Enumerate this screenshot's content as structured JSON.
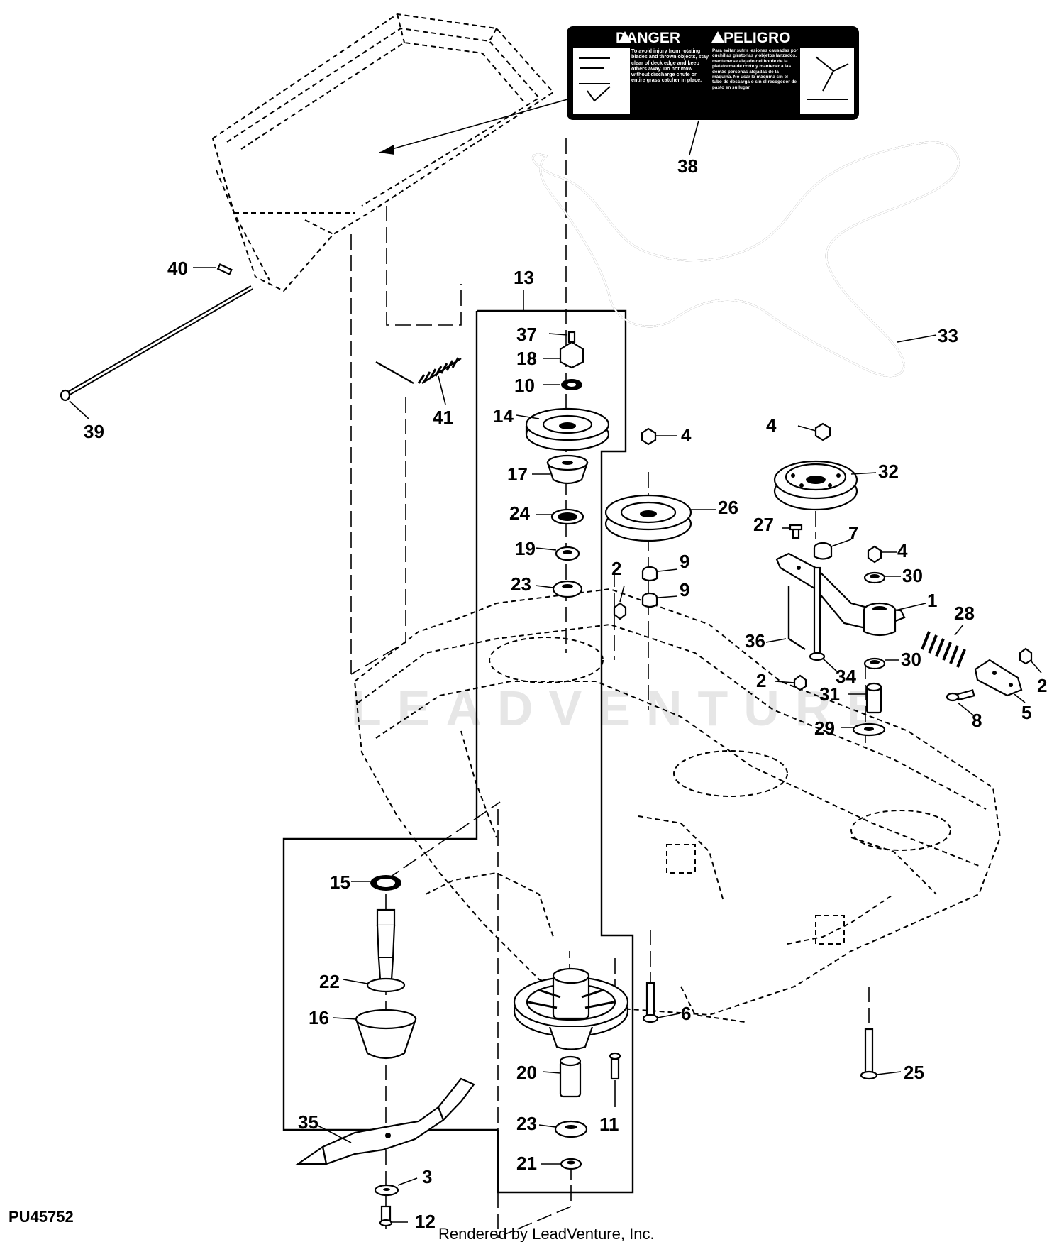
{
  "diagram_id": "PU45752",
  "credit": "Rendered by LeadVenture, Inc.",
  "watermark": "LEADVENTURE",
  "decal": {
    "danger_en": "DANGER",
    "danger_es": "PELIGRO",
    "text_en": "To avoid injury from rotating blades and thrown objects, stay clear of deck edge and keep others away. Do not mow without discharge chute or entire grass catcher in place.",
    "text_es": "Para evitar sufrir lesiones causadas por cuchillas giratorias y objetos lanzados, mantenerse alejado del borde de la plataforma de corte y mantener a las demás personas alejadas de la máquina. No usar la máquina sin el tubo de descarga o sin el recogedor de pasto en su lugar."
  },
  "callouts": {
    "c1": "1",
    "c2a": "2",
    "c2b": "2",
    "c2c": "2",
    "c3": "3",
    "c4a": "4",
    "c4b": "4",
    "c4c": "4",
    "c5": "5",
    "c6": "6",
    "c7": "7",
    "c8": "8",
    "c9a": "9",
    "c9b": "9",
    "c10": "10",
    "c11": "11",
    "c12": "12",
    "c13": "13",
    "c14": "14",
    "c15": "15",
    "c16": "16",
    "c17": "17",
    "c18": "18",
    "c19": "19",
    "c20": "20",
    "c21": "21",
    "c22": "22",
    "c23a": "23",
    "c23b": "23",
    "c24": "24",
    "c25": "25",
    "c26": "26",
    "c27": "27",
    "c28": "28",
    "c29": "29",
    "c30a": "30",
    "c30b": "30",
    "c31": "31",
    "c32": "32",
    "c33": "33",
    "c34": "34",
    "c35": "35",
    "c36": "36",
    "c37": "37",
    "c38": "38",
    "c39": "39",
    "c40": "40",
    "c41": "41"
  }
}
